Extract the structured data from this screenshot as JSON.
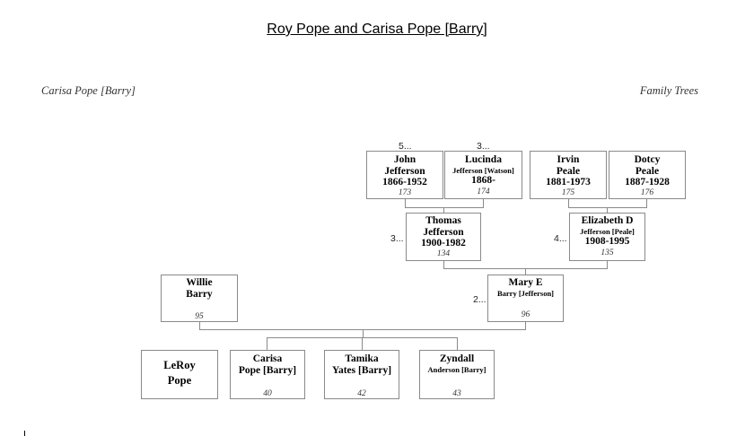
{
  "page": {
    "title": "Roy Pope and Carisa Pope [Barry]",
    "header_left": "Carisa Pope [Barry]",
    "header_right": "Family Trees"
  },
  "people": {
    "john": {
      "line1": "John",
      "line2": "Jefferson",
      "years": "1866-1952",
      "id": "173",
      "marker": "5..."
    },
    "lucinda": {
      "line1": "Lucinda",
      "maiden": "Jefferson [Watson]",
      "years": "1868-",
      "id": "174",
      "marker": "3..."
    },
    "irvin": {
      "line1": "Irvin",
      "line2": "Peale",
      "years": "1881-1973",
      "id": "175"
    },
    "dotcy": {
      "line1": "Dotcy",
      "line2": "Peale",
      "years": "1887-1928",
      "id": "176"
    },
    "thomas": {
      "line1": "Thomas",
      "line2": "Jefferson",
      "years": "1900-1982",
      "id": "134",
      "marker": "3..."
    },
    "elizabeth": {
      "line1": "Elizabeth D",
      "maiden": "Jefferson [Peale]",
      "years": "1908-1995",
      "id": "135",
      "marker": "4..."
    },
    "willie": {
      "line1": "Willie",
      "line2": "Barry",
      "id": "95"
    },
    "mary": {
      "line1": "Mary E",
      "maiden": "Barry [Jefferson]",
      "id": "96",
      "marker": "2..."
    },
    "leroy": {
      "line1": "LeRoy",
      "line2": "Pope"
    },
    "carisa": {
      "line1": "Carisa",
      "line2": "Pope [Barry]",
      "id": "40"
    },
    "tamika": {
      "line1": "Tamika",
      "line2": "Yates [Barry]",
      "id": "42"
    },
    "zyndall": {
      "line1": "Zyndall",
      "maiden": "Anderson [Barry]",
      "id": "43"
    }
  }
}
